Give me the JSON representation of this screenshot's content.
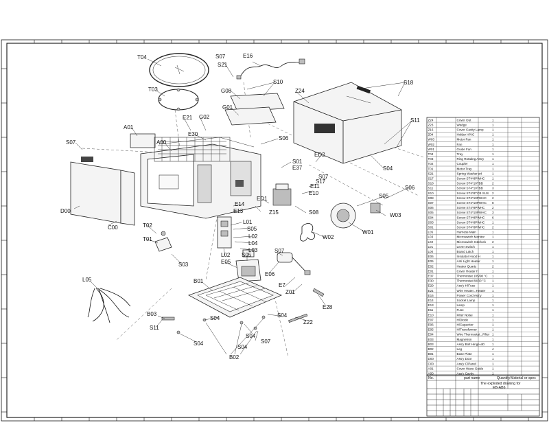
{
  "drawing": {
    "title_lines": [
      "The exploded drawing for",
      "EB-AB6"
    ],
    "header_labels": [
      "part name",
      "Quantity",
      "Material or spec"
    ],
    "header_no": "No."
  },
  "callouts": [
    {
      "id": "t04",
      "label": "T04"
    },
    {
      "id": "s07a",
      "label": "S07"
    },
    {
      "id": "s21",
      "label": "S21"
    },
    {
      "id": "e16",
      "label": "E16"
    },
    {
      "id": "s10",
      "label": "S10"
    },
    {
      "id": "s18",
      "label": "S18"
    },
    {
      "id": "t03",
      "label": "T03"
    },
    {
      "id": "g08",
      "label": "G08"
    },
    {
      "id": "z24",
      "label": "Z24"
    },
    {
      "id": "g01",
      "label": "G01"
    },
    {
      "id": "g02",
      "label": "G02"
    },
    {
      "id": "e21",
      "label": "E21"
    },
    {
      "id": "s11",
      "label": "S11"
    },
    {
      "id": "a01",
      "label": "A01"
    },
    {
      "id": "e30",
      "label": "E30"
    },
    {
      "id": "s06",
      "label": "S06"
    },
    {
      "id": "s07b",
      "label": "S07"
    },
    {
      "id": "a00",
      "label": "A00"
    },
    {
      "id": "s01",
      "label": "S01"
    },
    {
      "id": "ed2",
      "label": "ED2"
    },
    {
      "id": "e37",
      "label": "E37"
    },
    {
      "id": "s04a",
      "label": "S04"
    },
    {
      "id": "s07c",
      "label": "S07"
    },
    {
      "id": "s17",
      "label": "S17"
    },
    {
      "id": "e11",
      "label": "E11"
    },
    {
      "id": "e10",
      "label": "E10"
    },
    {
      "id": "s05a",
      "label": "S05"
    },
    {
      "id": "s06b",
      "label": "S06"
    },
    {
      "id": "ed1",
      "label": "ED1"
    },
    {
      "id": "d00",
      "label": "D00"
    },
    {
      "id": "e14",
      "label": "E14"
    },
    {
      "id": "e13",
      "label": "E13"
    },
    {
      "id": "z15",
      "label": "Z15"
    },
    {
      "id": "s08",
      "label": "S08"
    },
    {
      "id": "w03",
      "label": "W03"
    },
    {
      "id": "c00",
      "label": "C00"
    },
    {
      "id": "l01",
      "label": "L01"
    },
    {
      "id": "s05b",
      "label": "S05"
    },
    {
      "id": "w01",
      "label": "W01"
    },
    {
      "id": "t02",
      "label": "T02"
    },
    {
      "id": "l02a",
      "label": "L02"
    },
    {
      "id": "w02",
      "label": "W02"
    },
    {
      "id": "t01",
      "label": "T01"
    },
    {
      "id": "l04",
      "label": "L04"
    },
    {
      "id": "l03",
      "label": "L03"
    },
    {
      "id": "l02b",
      "label": "L02"
    },
    {
      "id": "s05c",
      "label": "S05"
    },
    {
      "id": "s07d",
      "label": "S07"
    },
    {
      "id": "s03",
      "label": "S03"
    },
    {
      "id": "e05",
      "label": "E05"
    },
    {
      "id": "e06",
      "label": "E06"
    },
    {
      "id": "l05",
      "label": "L05"
    },
    {
      "id": "b01",
      "label": "B01"
    },
    {
      "id": "e7",
      "label": "E7"
    },
    {
      "id": "z01",
      "label": "Z01"
    },
    {
      "id": "e28",
      "label": "E28"
    },
    {
      "id": "b03",
      "label": "B03"
    },
    {
      "id": "s04b",
      "label": "S04"
    },
    {
      "id": "s04c",
      "label": "S04"
    },
    {
      "id": "z22",
      "label": "Z22"
    },
    {
      "id": "s11b",
      "label": "S11"
    },
    {
      "id": "s04d",
      "label": "S04"
    },
    {
      "id": "s04e",
      "label": "S04"
    },
    {
      "id": "s07e",
      "label": "S07"
    },
    {
      "id": "s04f",
      "label": "S04"
    },
    {
      "id": "b02",
      "label": "B02"
    }
  ],
  "bom": [
    {
      "code": "Z24",
      "name": "Cover Out",
      "qty": "1"
    },
    {
      "code": "Z23",
      "name": "Wedge",
      "qty": "1"
    },
    {
      "code": "Z16",
      "name": "Cover Cavity Lamp",
      "qty": "1"
    },
    {
      "code": "Z04",
      "name": "Holder H/VC",
      "qty": "1"
    },
    {
      "code": "W03",
      "name": "Motor Fan",
      "qty": "1"
    },
    {
      "code": "W02",
      "name": "Fan",
      "qty": "1"
    },
    {
      "code": "W01",
      "name": "Guide Fan",
      "qty": "1"
    },
    {
      "code": "T04",
      "name": "Tray",
      "qty": "1"
    },
    {
      "code": "T03",
      "name": "Ring Rotating Ass'y",
      "qty": "1"
    },
    {
      "code": "T02",
      "name": "Coupler",
      "qty": "1"
    },
    {
      "code": "T01",
      "name": "Motor Tray",
      "qty": "1"
    },
    {
      "code": "S21",
      "name": "Spring Washer ø4",
      "qty": "1"
    },
    {
      "code": "S17",
      "name": "Screw ST4*8PWHC",
      "qty": "1"
    },
    {
      "code": "S18",
      "name": "Screw ST4*10TBB",
      "qty": "2"
    },
    {
      "code": "S11",
      "name": "Screw ST4*10TBB",
      "qty": "3"
    },
    {
      "code": "S10",
      "name": "Screw ST4*8TCB SUS",
      "qty": "2"
    },
    {
      "code": "S08",
      "name": "Screw ST4*10PWHC",
      "qty": "2"
    },
    {
      "code": "S07",
      "name": "Screw ST4*10PWHC",
      "qty": "8"
    },
    {
      "code": "S06",
      "name": "Screw ST4*8PWHC",
      "qty": "2"
    },
    {
      "code": "S05",
      "name": "Screw ST4*10PWHC",
      "qty": "3"
    },
    {
      "code": "S04",
      "name": "Screw ST4*8PWHC",
      "qty": "6"
    },
    {
      "code": "S03",
      "name": "Screw ST4*8PWHC",
      "qty": "1"
    },
    {
      "code": "S01",
      "name": "Screw ST4*8PWHC",
      "qty": "2"
    },
    {
      "code": "L05",
      "name": "Harness Main",
      "qty": "1"
    },
    {
      "code": "L03",
      "name": "Microswitch Monitor",
      "qty": "1"
    },
    {
      "code": "L02",
      "name": "Microswitch Interlock",
      "qty": "2"
    },
    {
      "code": "L01",
      "name": "Lever Switch",
      "qty": "1"
    },
    {
      "code": "L00",
      "name": "Board Latch",
      "qty": "1"
    },
    {
      "code": "E06",
      "name": "Insulator Hood H",
      "qty": "1"
    },
    {
      "code": "E05",
      "name": "Anti Light Heater",
      "qty": "1"
    },
    {
      "code": "E02",
      "name": "Heater Quartz",
      "qty": "2"
    },
    {
      "code": "E01",
      "name": "Cover Heater H",
      "qty": "1"
    },
    {
      "code": "E37",
      "name": "Thermostat 105/90 °C",
      "qty": "1"
    },
    {
      "code": "E30",
      "name": "Thermostat 80/30 °C",
      "qty": "1"
    },
    {
      "code": "E29",
      "name": "Ass'y H/Fuse",
      "qty": "1"
    },
    {
      "code": "E21",
      "name": "Wire Heater...Heater",
      "qty": "1"
    },
    {
      "code": "E16",
      "name": "Power Cord Ass'y",
      "qty": "1"
    },
    {
      "code": "E14",
      "name": "Socket Lamp",
      "qty": "1"
    },
    {
      "code": "E13",
      "name": "Lamp",
      "qty": "1"
    },
    {
      "code": "E11",
      "name": "Fuse",
      "qty": "1"
    },
    {
      "code": "E10",
      "name": "Filter Noise",
      "qty": "1"
    },
    {
      "code": "E07",
      "name": "H/Diode",
      "qty": "1"
    },
    {
      "code": "E06",
      "name": "H/Capacitor",
      "qty": "1"
    },
    {
      "code": "E05",
      "name": "H/Transformer",
      "qty": "1"
    },
    {
      "code": "E04",
      "name": "Wire Thermostat...Filter",
      "qty": "1"
    },
    {
      "code": "E03",
      "name": "Magnetron",
      "qty": "1"
    },
    {
      "code": "B03",
      "name": "Ass'y Bolt Hinge øD",
      "qty": "1"
    },
    {
      "code": "B02",
      "name": "Leg",
      "qty": "4"
    },
    {
      "code": "B01",
      "name": "Base Plate",
      "qty": "1"
    },
    {
      "code": "D00",
      "name": "Ass'y Door",
      "qty": "1"
    },
    {
      "code": "C00",
      "name": "Ass'y C/Panel",
      "qty": "1"
    },
    {
      "code": "A01",
      "name": "Cover Wave Guide",
      "qty": "1"
    },
    {
      "code": "A00",
      "name": "Ass'y Cavity",
      "qty": "1"
    }
  ]
}
